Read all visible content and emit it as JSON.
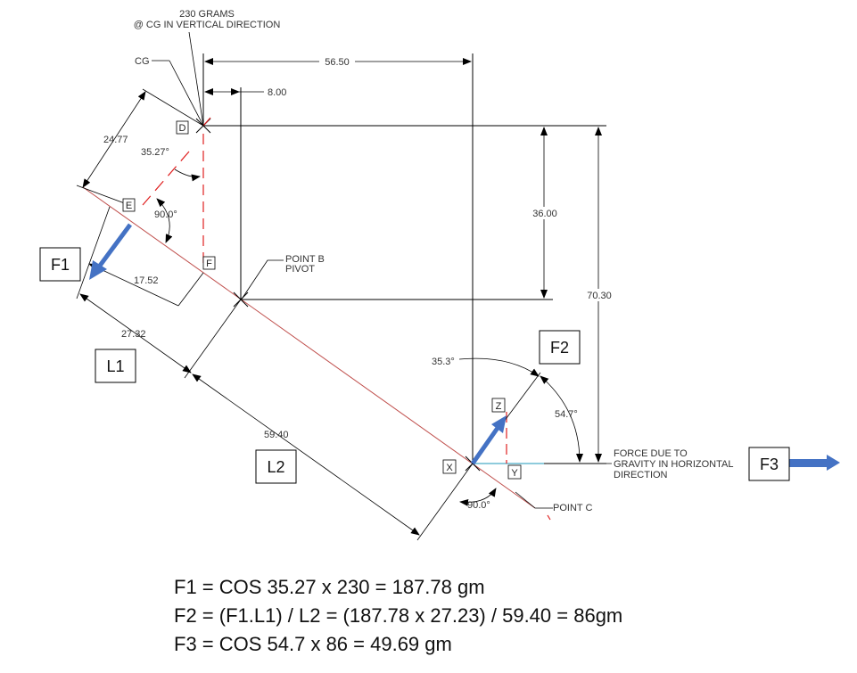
{
  "notes": {
    "weight": "230 GRAMS",
    "weight_detail": "@ CG IN VERTICAL DIRECTION",
    "cg": "CG",
    "pivot_line1": "POINT B",
    "pivot_line2": "PIVOT",
    "point_c": "POINT C",
    "gravity_line1": "FORCE DUE TO",
    "gravity_line2": "GRAVITY IN HORIZONTAL",
    "gravity_line3": "DIRECTION"
  },
  "dimensions": {
    "top_width": "56.50",
    "offset": "8.00",
    "upper_arm": "24.77",
    "angle_cg": "35.27°",
    "angle_e": "90.0°",
    "perp_short": "17.52",
    "l1_len": "27.32",
    "l2_len": "59.40",
    "vert_short": "36.00",
    "vert_total": "70.30",
    "angle_top_right": "35.3°",
    "angle_right": "54.7°",
    "angle_bottom": "90.0°"
  },
  "point_labels": {
    "d": "D",
    "e": "E",
    "f": "F",
    "x": "X",
    "y": "Y",
    "z": "Z"
  },
  "force_labels": {
    "f1": "F1",
    "f2": "F2",
    "f3": "F3",
    "l1": "L1",
    "l2": "L2"
  },
  "colors": {
    "force_arrow": "#4472c4",
    "arm_line": "#c0504d",
    "construction": "#e02020",
    "dimension": "#000000",
    "horizontal_ref": "#4bacc6"
  },
  "equations": {
    "eq1": "F1 = COS 35.27 x 230 = 187.78 gm",
    "eq2": "F2 = (F1.L1) / L2 = (187.78 x 27.23) / 59.40 = 86gm",
    "eq3": "F3 = COS 54.7 x 86 = 49.69 gm"
  }
}
